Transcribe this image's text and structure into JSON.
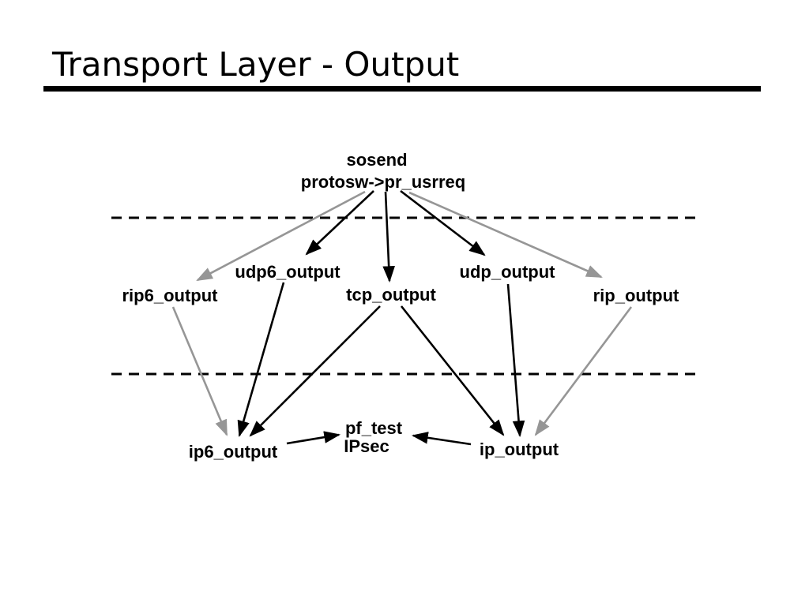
{
  "slide": {
    "title": "Transport Layer - Output"
  },
  "diagram": {
    "nodes": {
      "sosend": {
        "label": "sosend"
      },
      "pr_usrreq": {
        "label": "protosw->pr_usrreq"
      },
      "rip6_output": {
        "label": "rip6_output"
      },
      "udp6_output": {
        "label": "udp6_output"
      },
      "tcp_output": {
        "label": "tcp_output"
      },
      "udp_output": {
        "label": "udp_output"
      },
      "rip_output": {
        "label": "rip_output"
      },
      "ip6_output": {
        "label": "ip6_output"
      },
      "pf_test": {
        "label": "pf_test"
      },
      "ipsec": {
        "label": "IPsec"
      },
      "ip_output": {
        "label": "ip_output"
      }
    },
    "edges": [
      {
        "from": "sosend",
        "to": "rip6_output",
        "color": "gray"
      },
      {
        "from": "sosend",
        "to": "udp6_output",
        "color": "black"
      },
      {
        "from": "sosend",
        "to": "tcp_output",
        "color": "black"
      },
      {
        "from": "sosend",
        "to": "udp_output",
        "color": "black"
      },
      {
        "from": "sosend",
        "to": "rip_output",
        "color": "gray"
      },
      {
        "from": "rip6_output",
        "to": "ip6_output",
        "color": "gray"
      },
      {
        "from": "udp6_output",
        "to": "ip6_output",
        "color": "black"
      },
      {
        "from": "tcp_output",
        "to": "ip6_output",
        "color": "black"
      },
      {
        "from": "tcp_output",
        "to": "ip_output",
        "color": "black"
      },
      {
        "from": "udp_output",
        "to": "ip_output",
        "color": "black"
      },
      {
        "from": "rip_output",
        "to": "ip_output",
        "color": "gray"
      },
      {
        "from": "ip6_output",
        "to": "pf_test",
        "color": "black"
      },
      {
        "from": "ip_output",
        "to": "pf_test",
        "color": "black"
      }
    ],
    "colors": {
      "black": "#000000",
      "gray": "#969696"
    }
  }
}
